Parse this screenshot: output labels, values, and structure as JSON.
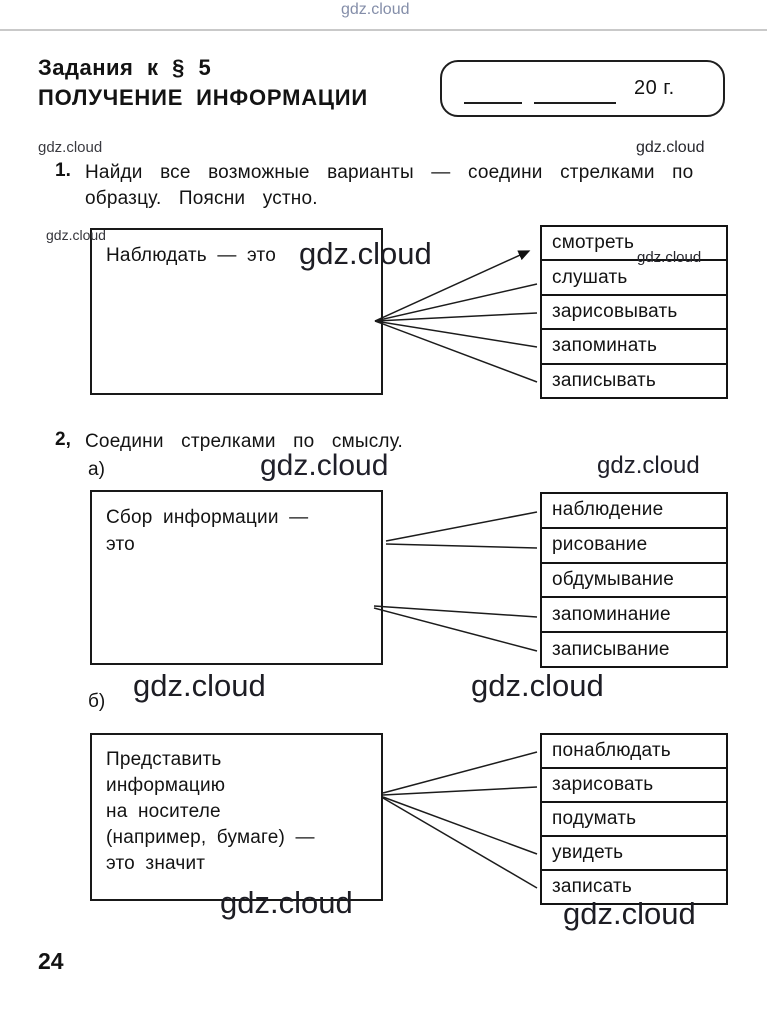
{
  "watermark": {
    "text": "gdz.cloud"
  },
  "header": {
    "tasks_title": "Задания к § 5",
    "section_title": "ПОЛУЧЕНИЕ ИНФОРМАЦИИ",
    "date_box": {
      "year_suffix": "20 г."
    }
  },
  "task1": {
    "number": "1.",
    "instruction": "Найди все возможные варианты — соедини стрелками по\nобразцу. Поясни устно.",
    "source_box": "Наблюдать — это",
    "options": [
      "смотреть",
      "слушать",
      "зарисовывать",
      "запоминать",
      "записывать"
    ]
  },
  "task2": {
    "number": "2,",
    "instruction": "Соедини стрелками по смыслу.",
    "part_a": {
      "label": "а)",
      "source_box": "Сбор информации —\nэто",
      "options": [
        "наблюдение",
        "рисование",
        "обдумывание",
        "запоминание",
        "записывание"
      ]
    },
    "part_b": {
      "label": "б)",
      "source_box": "Представить\nинформацию\nна носителе\n(например, бумаге) —\nэто значит",
      "options": [
        "понаблюдать",
        "зарисовать",
        "подумать",
        "увидеть",
        "записать"
      ]
    }
  },
  "footer": {
    "page_number": "24"
  }
}
